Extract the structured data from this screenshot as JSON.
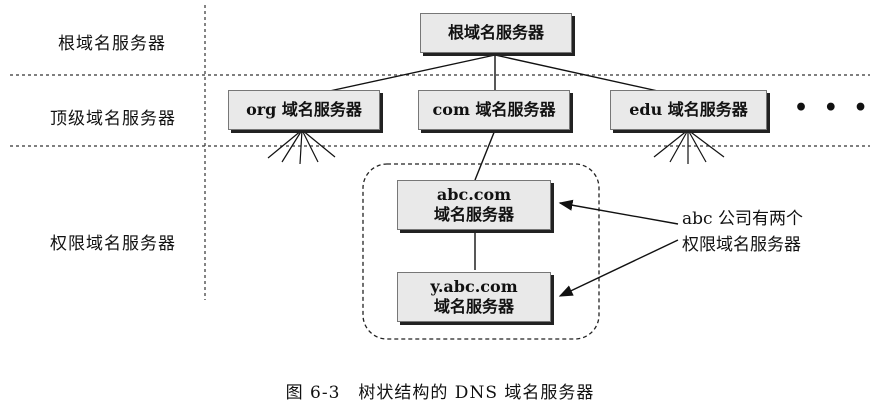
{
  "levels": {
    "root": "根域名服务器",
    "top": "顶级域名服务器",
    "authoritative": "权限域名服务器"
  },
  "nodes": {
    "root": "根域名服务器",
    "org": "org 域名服务器",
    "com": "com 域名服务器",
    "edu": "edu 域名服务器",
    "abc_line1": "abc.com",
    "abc_line2": "域名服务器",
    "yabc_line1": "y.abc.com",
    "yabc_line2": "域名服务器"
  },
  "ellipsis": "• • •",
  "annotation": {
    "line1": "abc 公司有两个",
    "line2": "权限域名服务器"
  },
  "caption": "图 6-3　树状结构的 DNS 域名服务器"
}
